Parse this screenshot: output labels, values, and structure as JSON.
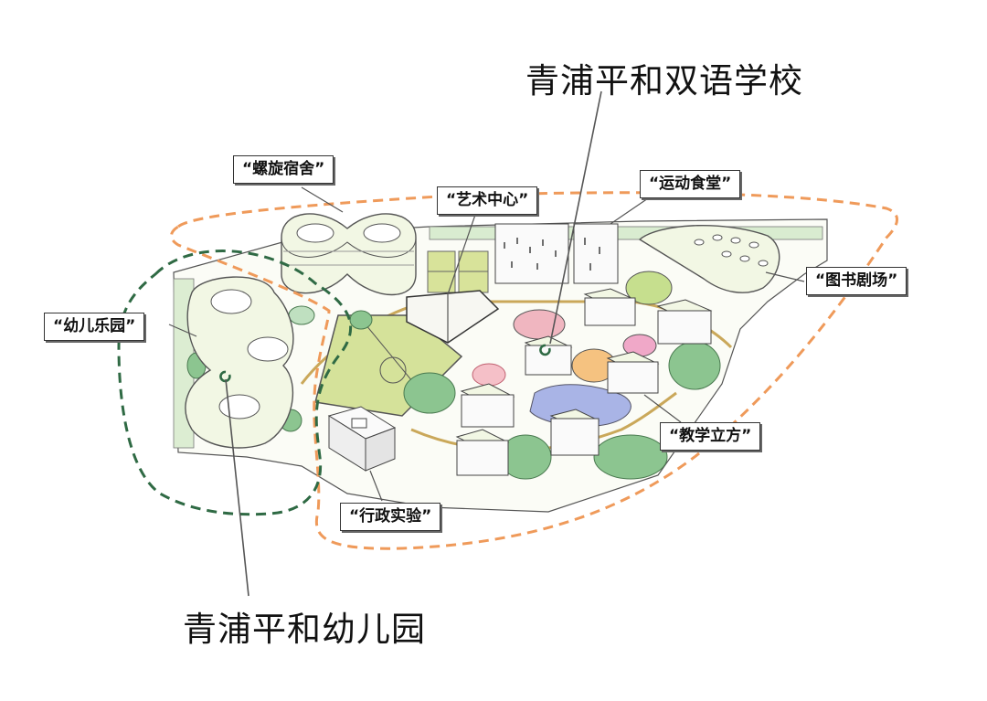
{
  "school": {
    "title": "青浦平和双语学校"
  },
  "kindergarten": {
    "title": "青浦平和幼儿园"
  },
  "labels": {
    "dorm": "“螺旋宿舍”",
    "art": "“艺术中心”",
    "canteen": "“运动食堂”",
    "library": "“图书剧场”",
    "kids_park": "“幼儿乐园”",
    "teaching": "“教学立方”",
    "admin": "“行政实验”"
  },
  "colors": {
    "school_boundary": "#ef9a5a",
    "kindergarten_boundary": "#2f6a44",
    "field_green": "#d5e29a",
    "tree_green": "#8cc590",
    "pond_blue": "#a9b4e6",
    "building_fill": "#f2f7e4"
  }
}
